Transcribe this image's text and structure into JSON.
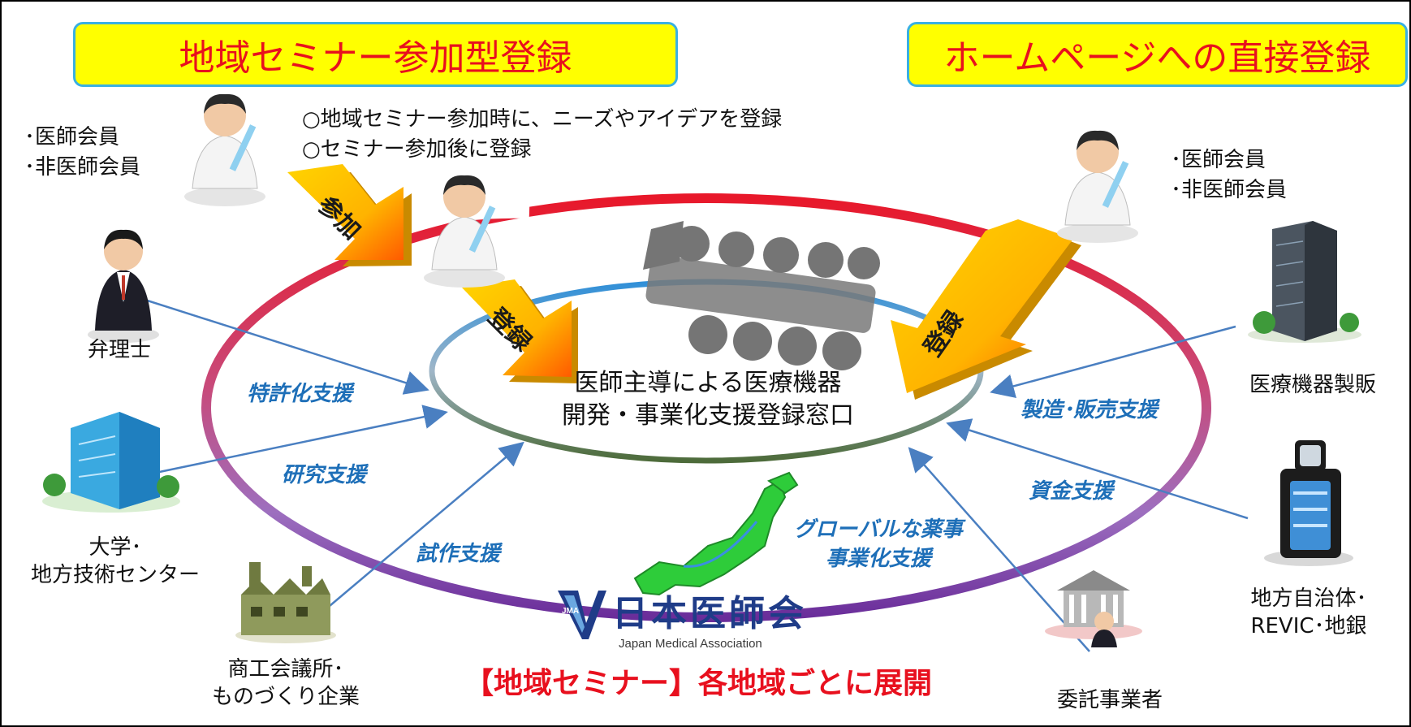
{
  "banners": {
    "left": "地域セミナー参加型登録",
    "right": "ホームページへの直接登録"
  },
  "notes": {
    "line1": "○地域セミナー参加時に、ニーズやアイデアを登録",
    "line2": "○セミナー参加後に登録"
  },
  "members_left": {
    "line1": "･医師会員",
    "line2": "･非医師会員"
  },
  "members_right": {
    "line1": "･医師会員",
    "line2": "･非医師会員"
  },
  "arrows": {
    "join": "参加",
    "register_left": "登録",
    "register_right": "登録"
  },
  "center": {
    "line1": "医師主導による医療機器",
    "line2": "開発・事業化支援登録窓口"
  },
  "actors": {
    "patent_attorney": "弁理士",
    "university": {
      "line1": "大学･",
      "line2": "地方技術センター"
    },
    "chamber": {
      "line1": "商工会議所･",
      "line2": "ものづくり企業"
    },
    "manufacturer": "医療機器製販",
    "municipality": {
      "line1": "地方自治体･",
      "line2": "REVIC･地銀"
    },
    "contractor": "委託事業者"
  },
  "supports": {
    "patent": "特許化支援",
    "research": "研究支援",
    "prototype": "試作支援",
    "regulatory": {
      "line1": "グローバルな薬事",
      "line2": "事業化支援"
    },
    "funding": "資金支援",
    "manufacturing": "製造･販売支援"
  },
  "logo": {
    "name": "日本医師会",
    "subtitle": "Japan Medical Association",
    "badge": "JMA"
  },
  "footer": "【地域セミナー】各地域ごとに展開",
  "colors": {
    "banner_bg": "#ffff00",
    "banner_border": "#3ab0e2",
    "banner_text": "#e8101e",
    "support_text": "#1e6fb8",
    "connector": "#4a7fc1",
    "logo_blue": "#1f3c88"
  },
  "icons": [
    "doctor-icon",
    "businessman-icon",
    "office-building-icon",
    "factory-icon",
    "city-building-icon",
    "bank-icon",
    "japan-map-icon",
    "meeting-people-icon"
  ]
}
